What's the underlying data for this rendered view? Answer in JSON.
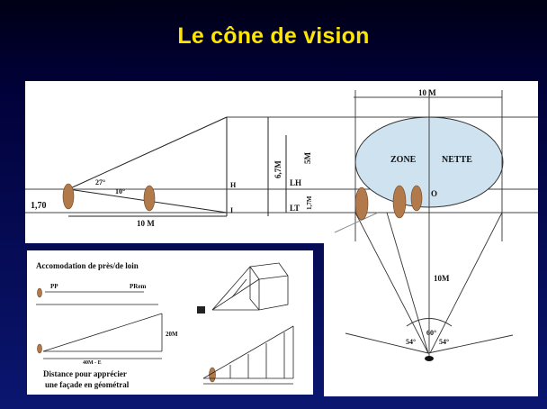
{
  "slide": {
    "title": "Le cône de vision"
  },
  "top_diagram": {
    "eye_height": "1,70",
    "angle_27": "27°",
    "angle_10": "10°",
    "distance_left": "10 M",
    "point_H": "H",
    "point_I": "I",
    "dim_67": "6,7M",
    "dim_55": "5M",
    "label_LH": "LH",
    "label_17": "1,7M",
    "label_LT": "LT",
    "distance_top": "10 M",
    "zone": "ZONE",
    "nette": "NETTE",
    "point_O": "O",
    "distance_vertical": "10M",
    "angle_60": "60°",
    "angle_left": "54°",
    "angle_right": "54°"
  },
  "inset": {
    "title": "Accomodation de près/de loin",
    "near": "PP",
    "far": "PRem",
    "dim_20": "20M",
    "base": "40M - E",
    "caption_line1": "Distance pour apprécier",
    "caption_line2": "une façade en géométral"
  },
  "colors": {
    "title": "#ffe600",
    "zone_fill": "#cfe2f0",
    "background": "#02024a",
    "figure": "#b27a4a"
  }
}
